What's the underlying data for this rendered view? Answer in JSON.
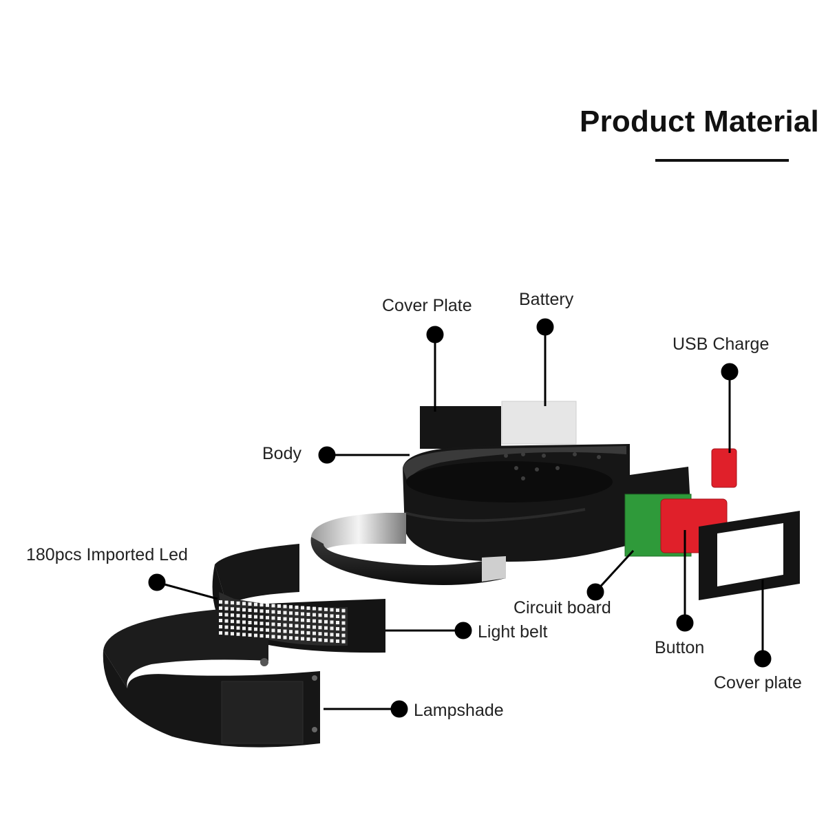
{
  "header": {
    "title": "Product Material"
  },
  "labels": {
    "cover_plate_top": "Cover Plate",
    "battery": "Battery",
    "usb_charge": "USB Charge",
    "body": "Body",
    "led": "180pcs Imported Led",
    "light_belt": "Light belt",
    "lampshade": "Lampshade",
    "circuit_board": "Circuit board",
    "button": "Button",
    "cover_plate_side": "Cover plate"
  },
  "colors": {
    "part_dark": "#141414",
    "pcb_green": "#2f9a3a",
    "button_red": "#e0202a",
    "battery_gray": "#e6e6e6",
    "callout": "#000000"
  }
}
